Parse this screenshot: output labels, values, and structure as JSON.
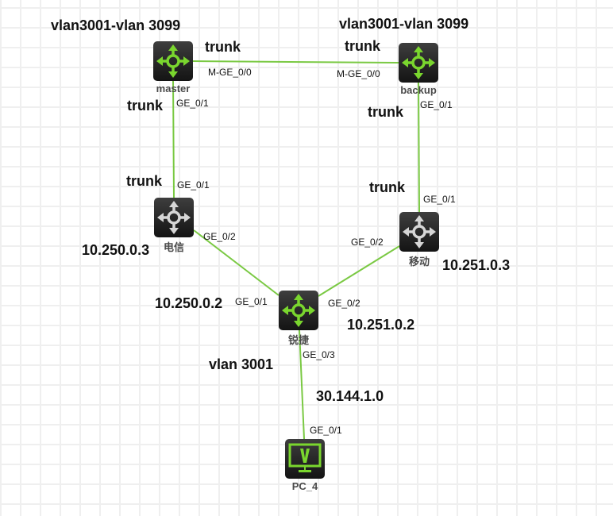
{
  "diagram": {
    "type": "network-topology",
    "link_color": "#7ac943",
    "nodes": [
      {
        "id": "master",
        "label": "master",
        "kind": "router",
        "icon": "router-icon",
        "active": true
      },
      {
        "id": "backup",
        "label": "backup",
        "kind": "router",
        "icon": "router-icon",
        "active": true
      },
      {
        "id": "telecom",
        "label": "电信",
        "kind": "router",
        "icon": "router-icon",
        "active": false
      },
      {
        "id": "mobile",
        "label": "移动",
        "kind": "router",
        "icon": "router-icon",
        "active": false
      },
      {
        "id": "ruijie",
        "label": "锐捷",
        "kind": "router",
        "icon": "router-icon",
        "active": true
      },
      {
        "id": "pc4",
        "label": "PC_4",
        "kind": "vpc",
        "icon": "monitor-icon",
        "active": true
      }
    ],
    "links": [
      {
        "from": "master",
        "from_port": "M-GE_0/0",
        "to": "backup",
        "to_port": "M-GE_0/0"
      },
      {
        "from": "master",
        "from_port": "GE_0/1",
        "to": "telecom",
        "to_port": "GE_0/1"
      },
      {
        "from": "backup",
        "from_port": "GE_0/1",
        "to": "mobile",
        "to_port": "GE_0/1"
      },
      {
        "from": "telecom",
        "from_port": "GE_0/2",
        "to": "ruijie",
        "to_port": "GE_0/1"
      },
      {
        "from": "mobile",
        "from_port": "GE_0/2",
        "to": "ruijie",
        "to_port": "GE_0/2"
      },
      {
        "from": "ruijie",
        "from_port": "GE_0/3",
        "to": "pc4",
        "to_port": "GE_0/1"
      }
    ],
    "annotations": {
      "master_vlan": "vlan3001-vlan 3099",
      "backup_vlan": "vlan3001-vlan 3099",
      "trunk_master_backup_left": "trunk",
      "trunk_master_backup_right": "trunk",
      "trunk_master_down": "trunk",
      "trunk_telecom_up": "trunk",
      "trunk_backup_down": "trunk",
      "trunk_mobile_up": "trunk",
      "telecom_ip": "10.250.0.3",
      "ruijie_telecom_ip": "10.250.0.2",
      "mobile_ip": "10.251.0.3",
      "ruijie_mobile_ip": "10.251.0.2",
      "ruijie_vlan": "vlan 3001",
      "pc_subnet": "30.144.1.0"
    }
  }
}
